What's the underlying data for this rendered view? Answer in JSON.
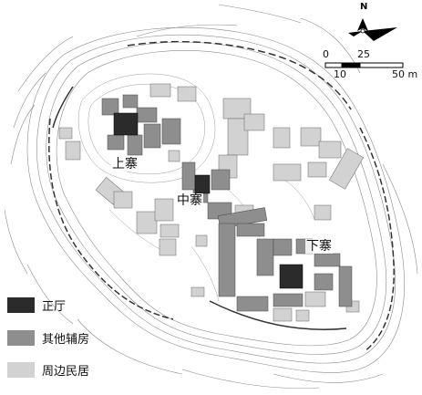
{
  "legend": [
    {
      "label": "正厅",
      "color": "#2b2b2b"
    },
    {
      "label": "其他辅房",
      "color": "#8e8e8e"
    },
    {
      "label": "周边民居",
      "color": "#d2d2d2"
    }
  ],
  "area_labels": {
    "upper": "上寨",
    "middle": "中寨",
    "lower": "下寨"
  },
  "compass": {
    "north_label": "N"
  },
  "scale_bar": {
    "top_ticks": [
      "0",
      "25"
    ],
    "bottom_ticks": [
      "10",
      "50 m"
    ]
  },
  "colors": {
    "main_hall": "#2b2b2b",
    "auxiliary": "#8e8e8e",
    "residence": "#d2d2d2",
    "contour": "#8a8a8a",
    "road": "#333333"
  }
}
